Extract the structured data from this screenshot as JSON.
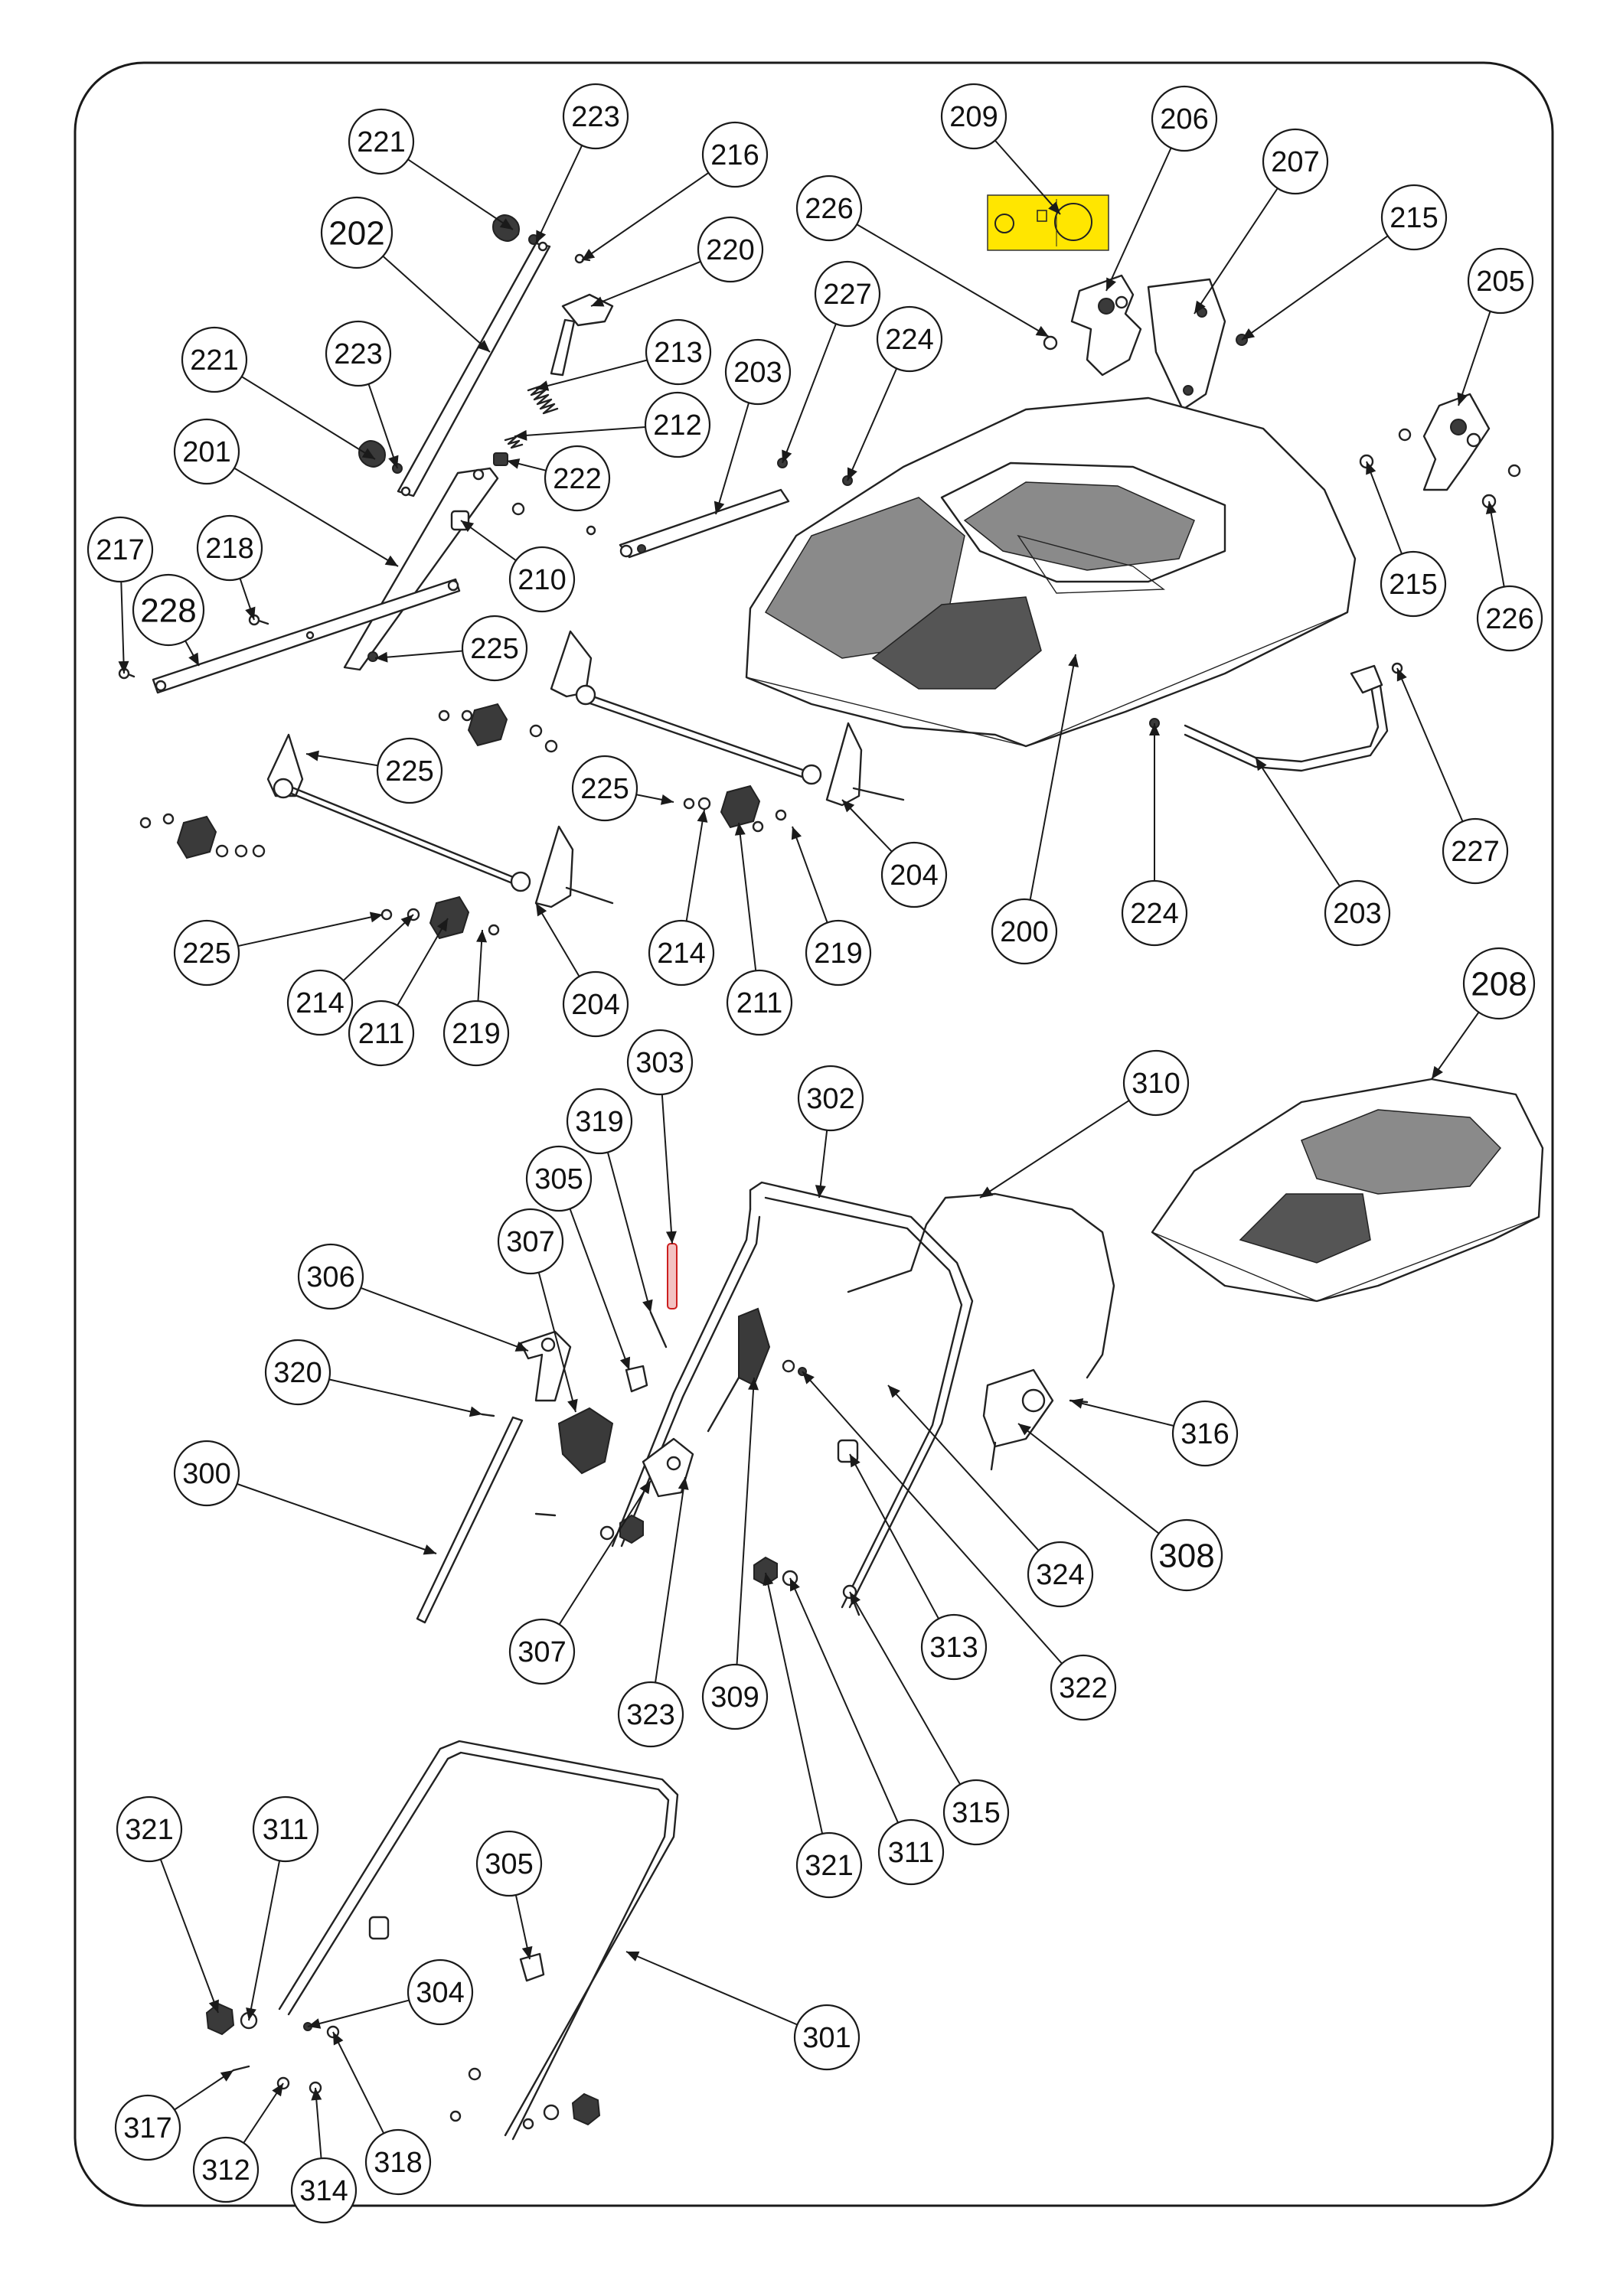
{
  "diagram": {
    "colors": {
      "outline": "#1a1a1a",
      "label_bg": "#ffe600",
      "highlight": "#cc1f1f"
    },
    "callouts": [
      {
        "id": "c221a",
        "label": "221"
      },
      {
        "id": "c223a",
        "label": "223"
      },
      {
        "id": "c216",
        "label": "216"
      },
      {
        "id": "c202",
        "label": "202"
      },
      {
        "id": "c220",
        "label": "220"
      },
      {
        "id": "c213",
        "label": "213"
      },
      {
        "id": "c212",
        "label": "212"
      },
      {
        "id": "c222",
        "label": "222"
      },
      {
        "id": "c221b",
        "label": "221"
      },
      {
        "id": "c223b",
        "label": "223"
      },
      {
        "id": "c201",
        "label": "201"
      },
      {
        "id": "c210",
        "label": "210"
      },
      {
        "id": "c217",
        "label": "217"
      },
      {
        "id": "c218",
        "label": "218"
      },
      {
        "id": "c228",
        "label": "228"
      },
      {
        "id": "c225a",
        "label": "225"
      },
      {
        "id": "c225b",
        "label": "225"
      },
      {
        "id": "c225c",
        "label": "225"
      },
      {
        "id": "c225d",
        "label": "225"
      },
      {
        "id": "c214a",
        "label": "214"
      },
      {
        "id": "c211a",
        "label": "211"
      },
      {
        "id": "c219a",
        "label": "219"
      },
      {
        "id": "c204a",
        "label": "204"
      },
      {
        "id": "c214b",
        "label": "214"
      },
      {
        "id": "c211b",
        "label": "211"
      },
      {
        "id": "c219b",
        "label": "219"
      },
      {
        "id": "c204b",
        "label": "204"
      },
      {
        "id": "c226a",
        "label": "226"
      },
      {
        "id": "c227a",
        "label": "227"
      },
      {
        "id": "c224a",
        "label": "224"
      },
      {
        "id": "c203a",
        "label": "203"
      },
      {
        "id": "c209",
        "label": "209"
      },
      {
        "id": "c206",
        "label": "206"
      },
      {
        "id": "c207",
        "label": "207"
      },
      {
        "id": "c215a",
        "label": "215"
      },
      {
        "id": "c205",
        "label": "205"
      },
      {
        "id": "c215b",
        "label": "215"
      },
      {
        "id": "c226b",
        "label": "226"
      },
      {
        "id": "c227b",
        "label": "227"
      },
      {
        "id": "c200",
        "label": "200"
      },
      {
        "id": "c224b",
        "label": "224"
      },
      {
        "id": "c203b",
        "label": "203"
      },
      {
        "id": "c208",
        "label": "208"
      },
      {
        "id": "c303",
        "label": "303"
      },
      {
        "id": "c302",
        "label": "302"
      },
      {
        "id": "c310",
        "label": "310"
      },
      {
        "id": "c319",
        "label": "319"
      },
      {
        "id": "c305a",
        "label": "305"
      },
      {
        "id": "c307a",
        "label": "307"
      },
      {
        "id": "c306",
        "label": "306"
      },
      {
        "id": "c320",
        "label": "320"
      },
      {
        "id": "c300",
        "label": "300"
      },
      {
        "id": "c316",
        "label": "316"
      },
      {
        "id": "c308",
        "label": "308"
      },
      {
        "id": "c324",
        "label": "324"
      },
      {
        "id": "c313",
        "label": "313"
      },
      {
        "id": "c322",
        "label": "322"
      },
      {
        "id": "c307b",
        "label": "307"
      },
      {
        "id": "c323",
        "label": "323"
      },
      {
        "id": "c309",
        "label": "309"
      },
      {
        "id": "c315",
        "label": "315"
      },
      {
        "id": "c321a",
        "label": "321"
      },
      {
        "id": "c311a",
        "label": "311"
      },
      {
        "id": "c321b",
        "label": "321"
      },
      {
        "id": "c311b",
        "label": "311"
      },
      {
        "id": "c305b",
        "label": "305"
      },
      {
        "id": "c304",
        "label": "304"
      },
      {
        "id": "c301",
        "label": "301"
      },
      {
        "id": "c317",
        "label": "317"
      },
      {
        "id": "c312",
        "label": "312"
      },
      {
        "id": "c314",
        "label": "314"
      },
      {
        "id": "c318",
        "label": "318"
      }
    ]
  }
}
